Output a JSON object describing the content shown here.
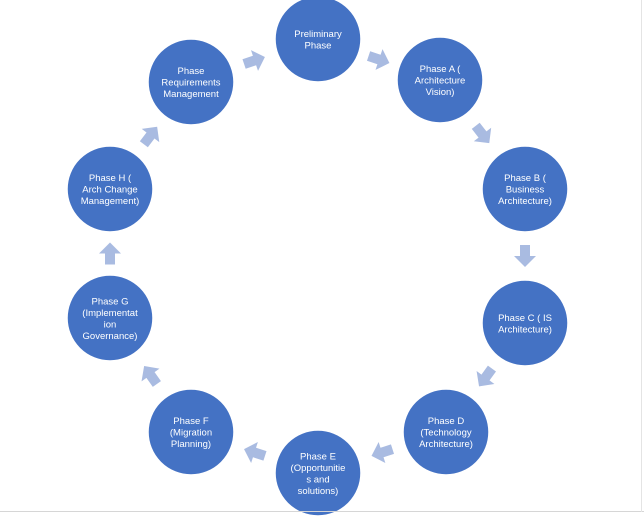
{
  "colors": {
    "node_fill": "#4472C4",
    "node_stroke": "#ffffff",
    "arrow_fill": "#A9BBE1",
    "label_color": "#ffffff"
  },
  "diagram": {
    "type": "cycle",
    "direction": "clockwise",
    "nodes": [
      {
        "id": "preliminary",
        "lines": [
          "Preliminary",
          "Phase"
        ]
      },
      {
        "id": "phase-a",
        "lines": [
          "Phase A (",
          "Architecture",
          "Vision)"
        ]
      },
      {
        "id": "phase-b",
        "lines": [
          "Phase B (",
          "Business",
          "Architecture)"
        ]
      },
      {
        "id": "phase-c",
        "lines": [
          "Phase C ( IS",
          "Architecture)"
        ]
      },
      {
        "id": "phase-d",
        "lines": [
          "Phase D",
          "(Technology",
          "Architecture)"
        ]
      },
      {
        "id": "phase-e",
        "lines": [
          "Phase E",
          "(Opportunitie",
          "s and",
          "solutions)"
        ]
      },
      {
        "id": "phase-f",
        "lines": [
          "Phase  F",
          "(Migration",
          "Planning)"
        ]
      },
      {
        "id": "phase-g",
        "lines": [
          "Phase  G",
          "(Implementat",
          "ion",
          "Governance)"
        ]
      },
      {
        "id": "phase-h",
        "lines": [
          "Phase H (",
          "Arch Change",
          "Management)"
        ]
      },
      {
        "id": "requirements",
        "lines": [
          "Phase",
          "Requirements",
          "Management"
        ]
      }
    ]
  }
}
